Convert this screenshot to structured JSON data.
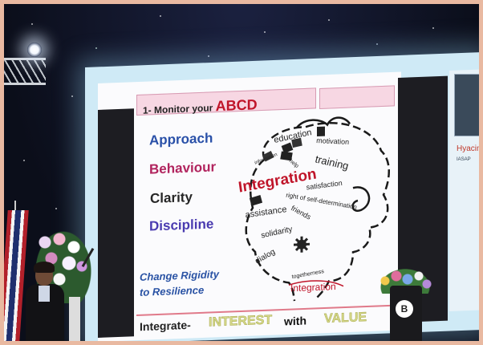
{
  "slide": {
    "title_prefix": "1- Monitor your ",
    "title_emphasis": "ABCD",
    "words": {
      "approach": "Approach",
      "behaviour": "Behaviour",
      "clarity": "Clarity",
      "discipline": "Discipline"
    },
    "tagline_line1": "Change Rigidity",
    "tagline_line2": "to Resilience",
    "integrate_label": "Integrate-",
    "interest": "INTEREST",
    "with": "with",
    "value": "VALUE"
  },
  "head_words": {
    "education": "education",
    "motivation": "motivation",
    "training": "training",
    "information": "information",
    "help": "help",
    "integration_main": "Integration",
    "satisfaction": "satisfaction",
    "right": "right of self-determination",
    "assistance": "assistance",
    "friends": "friends",
    "solidarity": "solidarity",
    "dialog": "dialog",
    "togetherness": "togetherness",
    "integration_bottom": "Integration"
  },
  "sidebar": {
    "name": "Hyacint",
    "org": "IASAP"
  },
  "podium": {
    "logo": "B"
  },
  "colors": {
    "frame": "#e9b9a1",
    "title_bar": "#f7d7e3",
    "approach": "#2950a8",
    "behaviour": "#b1245e",
    "discipline": "#4a3bb0",
    "integration": "#c0152a"
  }
}
